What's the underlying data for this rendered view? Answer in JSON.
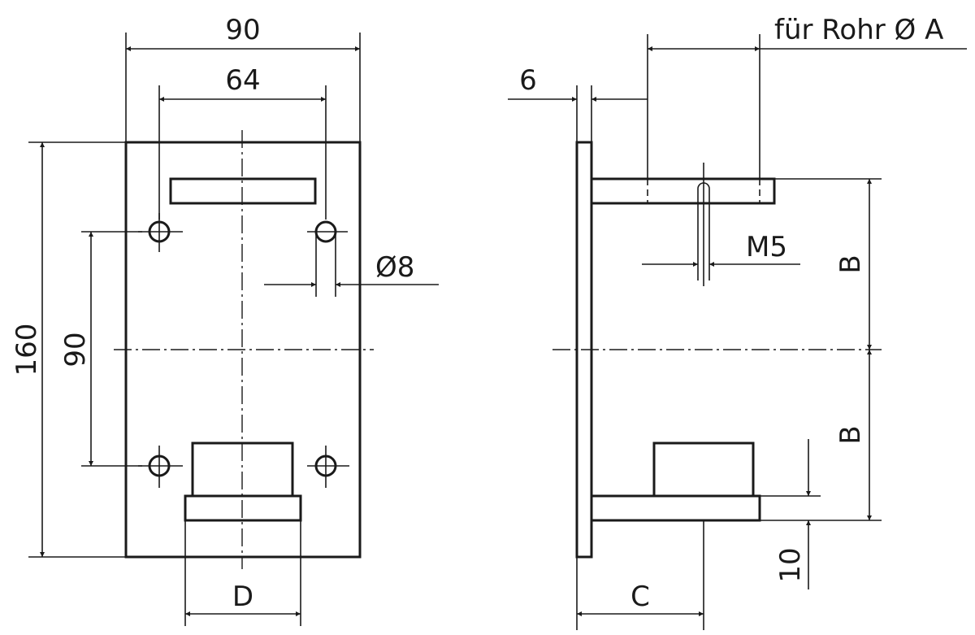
{
  "front_view": {
    "dim_overall_width": "90",
    "dim_hole_spacing_h": "64",
    "dim_overall_height": "160",
    "dim_hole_spacing_v": "90",
    "dim_hole_diameter": "Ø8",
    "dim_clamp_width": "D"
  },
  "side_view": {
    "dim_plate_thickness": "6",
    "label_pipe": "für Rohr Ø A",
    "dim_thread": "M5",
    "dim_upper_offset": "B",
    "dim_lower_offset": "B",
    "dim_base_height": "10",
    "dim_depth": "C"
  }
}
